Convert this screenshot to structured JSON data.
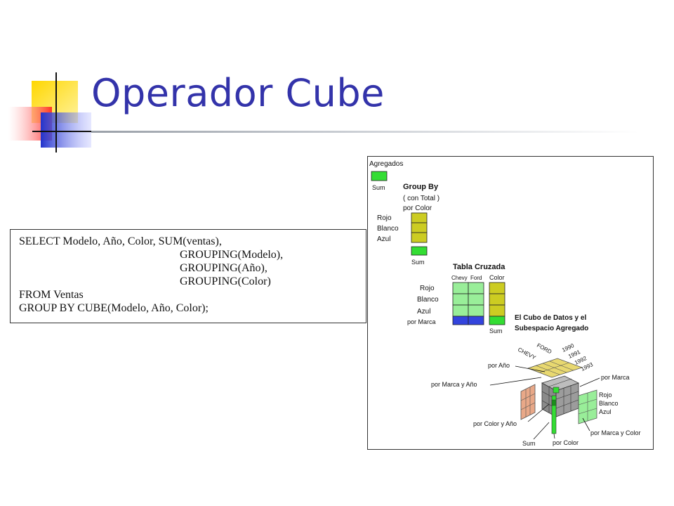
{
  "slide": {
    "title": "Operador Cube"
  },
  "sql": {
    "lines": [
      "SELECT Modelo, Año, Color, SUM(ventas),",
      "GROUPING(Modelo),",
      "GROUPING(Año),",
      "GROUPING(Color)",
      "FROM Ventas",
      "GROUP BY CUBE(Modelo, Año, Color);"
    ]
  },
  "figure": {
    "agregados": "Agregados",
    "sum": "Sum",
    "group_by": "Group By",
    "con_total": "( con Total )",
    "por_color": "por Color",
    "colors": [
      "Rojo",
      "Blanco",
      "Azul"
    ],
    "tabla_cruzada": "Tabla Cruzada",
    "col_chevy": "Chevy",
    "col_ford": "Ford",
    "col_color": "Color",
    "por_marca": "por Marca",
    "cubo_line1": "El Cubo de Datos y el",
    "cubo_line2": "Subespacio Agregado",
    "axis_ford": "FORD",
    "axis_chevy": "CHEVY",
    "years": [
      "1990",
      "1991",
      "1992",
      "1993"
    ],
    "por_anio": "por Año",
    "por_marca_y_anio": "por Marca y Año",
    "por_marca_cube": "por Marca",
    "por_color_y_anio": "por Color y Año",
    "por_marca_y_color": "por Marca y Color",
    "por_color_cube": "por Color",
    "palette": {
      "green": "#33dd33",
      "light_green": "#99ee99",
      "olive": "#cccc22",
      "blue": "#3344dd",
      "peach": "#e8a888",
      "gold": "#e8d870",
      "cube_gray": "#8a8a8a"
    }
  }
}
